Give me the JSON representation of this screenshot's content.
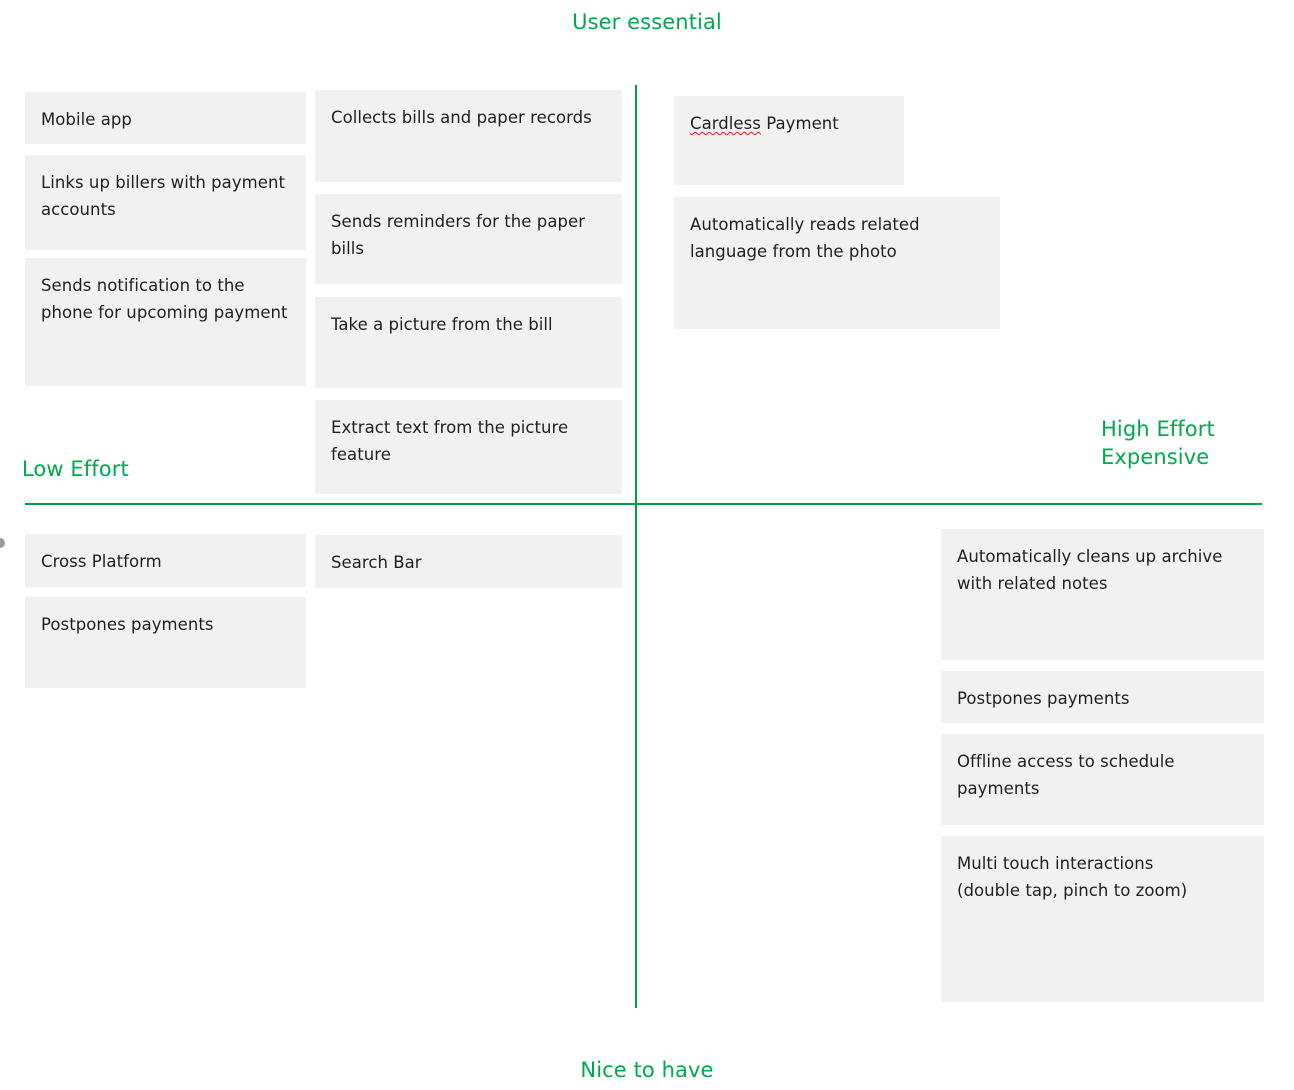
{
  "axes": {
    "top_label": "User essential",
    "bottom_label": "Nice to have",
    "left_label": "Low Effort",
    "right_label": "High Effort\nExpensive",
    "accent_color": "#00a94f",
    "line_color": "#00a04a"
  },
  "card_style": {
    "background": "#f1f1f1",
    "text_color": "#1f1f1f",
    "spellcheck_underline_color": "#e01b1b"
  },
  "quadrants": [
    {
      "id": "low-effort-user-essential",
      "name": "Low Effort / User essential",
      "columns": [
        {
          "id": "q1-col-1",
          "cards": [
            {
              "id": "mobile-app",
              "text": "Mobile app"
            },
            {
              "id": "links-up-billers",
              "text": "Links up billers with payment accounts"
            },
            {
              "id": "sends-notification",
              "text": "Sends notification to the phone for upcoming payment"
            }
          ]
        },
        {
          "id": "q1-col-2",
          "cards": [
            {
              "id": "collects-bills",
              "text": "Collects bills and paper records"
            },
            {
              "id": "sends-reminders",
              "text": "Sends reminders for the paper bills"
            },
            {
              "id": "take-a-picture",
              "text": "Take a picture from the bill"
            },
            {
              "id": "extract-text",
              "text": "Extract text from the picture feature"
            }
          ]
        }
      ]
    },
    {
      "id": "high-effort-user-essential",
      "name": "High Effort / User essential",
      "columns": [
        {
          "id": "q2-col-1",
          "cards": [
            {
              "id": "cardless-payment",
              "text": "Cardless Payment",
              "misspelled_word": "Cardless",
              "rest": " Payment"
            },
            {
              "id": "automatically-reads",
              "text": "Automatically reads related language from the photo"
            }
          ]
        }
      ]
    },
    {
      "id": "low-effort-nice-to-have",
      "name": "Low Effort / Nice to have",
      "columns": [
        {
          "id": "q3-col-1",
          "cards": [
            {
              "id": "cross-platform",
              "text": "Cross Platform"
            },
            {
              "id": "postpones-payments-left",
              "text": "Postpones payments"
            }
          ]
        },
        {
          "id": "q3-col-2",
          "cards": [
            {
              "id": "search-bar",
              "text": "Search Bar"
            }
          ]
        }
      ]
    },
    {
      "id": "high-effort-nice-to-have",
      "name": "High Effort / Nice to have",
      "columns": [
        {
          "id": "q4-col-1",
          "cards": [
            {
              "id": "auto-cleans-archive",
              "text": "Automatically cleans up archive with related notes"
            },
            {
              "id": "postpones-payments-right",
              "text": "Postpones payments"
            },
            {
              "id": "offline-access",
              "text": "Offline access to schedule payments"
            },
            {
              "id": "multi-touch",
              "text": "Multi touch interactions\n(double tap, pinch to zoom)"
            }
          ]
        }
      ]
    }
  ],
  "cards_flat": {
    "mobile_app": "Mobile app",
    "links_up_billers": "Links up billers with payment accounts",
    "sends_notification": "Sends notification to the phone for upcoming payment",
    "collects_bills": "Collects bills and paper records",
    "sends_reminders": "Sends reminders for the paper bills",
    "take_a_picture": "Take a picture from the bill",
    "extract_text": "Extract text from the picture feature",
    "cardless_word": "Cardless",
    "cardless_rest": " Payment",
    "automatically_reads": "Automatically reads related language from the photo",
    "cross_platform": "Cross Platform",
    "postpones_payments_left": "Postpones payments",
    "search_bar": "Search Bar",
    "auto_cleans_archive": "Automatically cleans up archive with related notes",
    "postpones_payments_right": "Postpones payments",
    "offline_access": "Offline access to schedule payments",
    "multi_touch": "Multi touch interactions\n(double tap, pinch to zoom)"
  }
}
